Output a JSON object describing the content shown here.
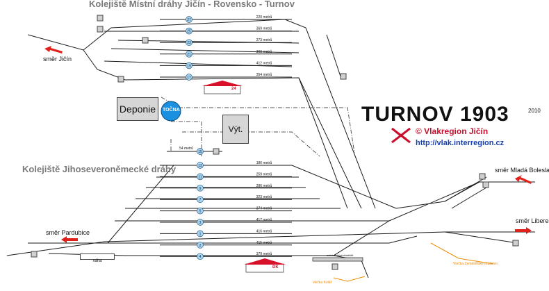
{
  "titles": {
    "upper_yard": "Kolejiště Místní dráhy Jičín - Rovensko - Turnov",
    "lower_yard": "Kolejiště Jihoseveroněmecké dráhy",
    "station": "TURNOV 1903",
    "year": "2010",
    "copyright": "© Vlakregion Jičín",
    "url": "http://vlak.interregion.cz"
  },
  "directions": {
    "jicin": "směr Jičín",
    "pardubice": "směr Pardubice",
    "mlada_boleslav": "směr Mladá Boleslav",
    "liberec": "směr Liberec"
  },
  "buildings": {
    "deponie": "Deponie",
    "tocna": "TOČNA",
    "vyt": "Výt.",
    "vaha": "váha",
    "station_upper": "24",
    "station_lower": "DK"
  },
  "sidings": {
    "zemedelske": "Vlečka Zemědělské družstvo",
    "kolar": "vlečka Kolář",
    "label_small": "nákladiště/překladiště"
  },
  "upper_tracks": [
    {
      "number": "27",
      "length": "220 metrů"
    },
    {
      "number": "25",
      "length": "369 metrů"
    },
    {
      "number": "23",
      "length": "273 metrů"
    },
    {
      "number": "21",
      "length": "300 metrů"
    },
    {
      "number": "19",
      "length": "412 metrů"
    },
    {
      "number": "17",
      "length": "354 metrů"
    }
  ],
  "short_track": {
    "number": "15",
    "length": "54 metrů"
  },
  "lower_tracks": [
    {
      "number": "13",
      "length": "186 metrů"
    },
    {
      "number": "11",
      "length": "259 metrů"
    },
    {
      "number": "9",
      "length": "286 metrů"
    },
    {
      "number": "7",
      "length": "323 metrů"
    },
    {
      "number": "5",
      "length": "374 metrů"
    },
    {
      "number": "3",
      "length": "417 metrů"
    },
    {
      "number": "1",
      "length": "416 metrů"
    },
    {
      "number": "2",
      "length": "415 metrů"
    },
    {
      "number": "4",
      "length": "379 metrů"
    }
  ],
  "colors": {
    "track": "#1a1a1a",
    "track_marker": "#a8d4f0",
    "turntable": "#1b8fe0",
    "arrow": "#e0201a",
    "logo": "#c8102e",
    "url": "#1a3fb0",
    "siding": "#f08c00",
    "building_roof": "#d8102a",
    "title_grey": "#7a7a7a"
  }
}
